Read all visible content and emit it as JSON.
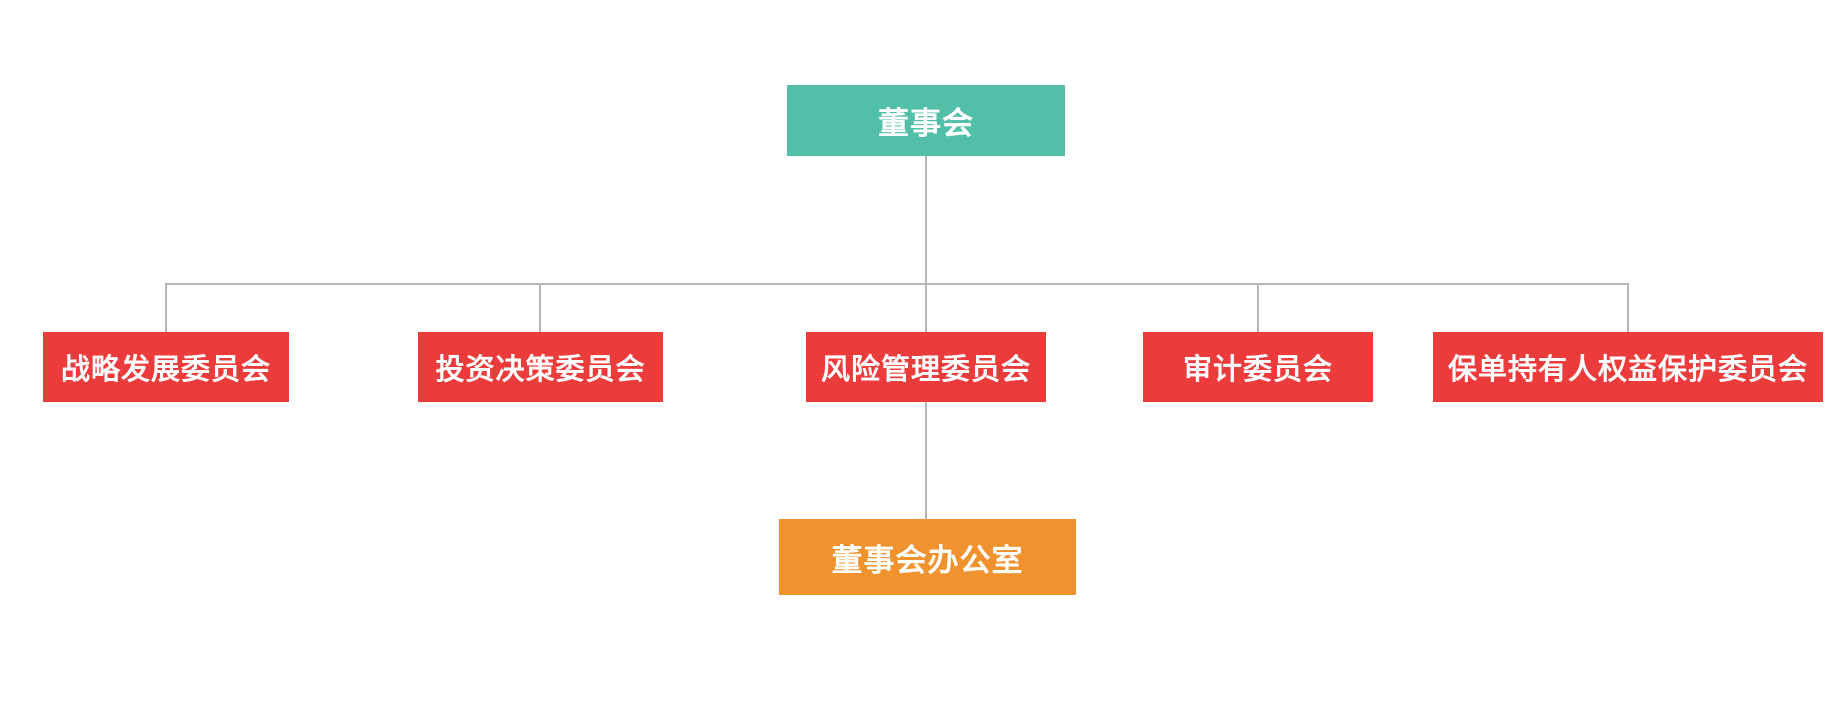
{
  "diagram": {
    "type": "org-chart",
    "root": {
      "label": "董事会",
      "color": "#52C0A8"
    },
    "committees": [
      {
        "label": "战略发展委员会",
        "color": "#EC3B3B"
      },
      {
        "label": "投资决策委员会",
        "color": "#EC3B3B"
      },
      {
        "label": "风险管理委员会",
        "color": "#EC3B3B"
      },
      {
        "label": "审计委员会",
        "color": "#EC3B3B"
      },
      {
        "label": "保单持有人权益保护委员会",
        "color": "#EC3B3B"
      }
    ],
    "office": {
      "label": "董事会办公室",
      "color": "#F0922D"
    },
    "connections": {
      "root_to_all_committees": true,
      "risk_committee_to_office": true,
      "line_color": "#B5B5B5"
    },
    "text_color": "#FFFFFF"
  }
}
